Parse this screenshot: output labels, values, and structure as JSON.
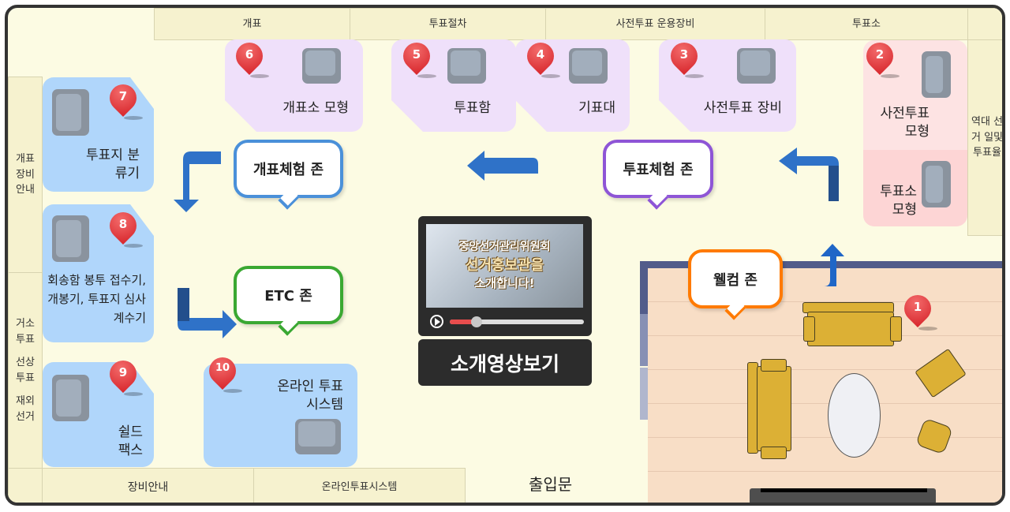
{
  "header": {
    "cols": [
      "개표",
      "투표절차",
      "사전투표 운용장비",
      "투표소"
    ]
  },
  "right_column": {
    "label": "역대 선거 일및 투표율"
  },
  "left_column": {
    "section1": "개표 장비 안내",
    "section2": [
      "거소 투표",
      "선상 투표",
      "재외 선거"
    ]
  },
  "footer": {
    "cols": [
      "장비안내",
      "온라인투표시스템"
    ],
    "entrance": "출입문"
  },
  "stations": [
    {
      "num": "1"
    },
    {
      "num": "2",
      "label": "사전투표 모형"
    },
    {
      "num": "3",
      "label": "사전투표 장비"
    },
    {
      "num": "4",
      "label": "기표대"
    },
    {
      "num": "5",
      "label": "투표함"
    },
    {
      "num": "6",
      "label": "개표소 모형"
    },
    {
      "num": "7",
      "label": "투표지 분류기"
    },
    {
      "num": "8",
      "label": "회송함 봉투 접수기, 개봉기, 투표지 심사 계수기"
    },
    {
      "num": "9",
      "label": "쉴드 팩스"
    },
    {
      "num": "10",
      "label": "온라인 투표 시스템"
    },
    {
      "label": "투표소 모형"
    }
  ],
  "zones": {
    "count": "개표체험 존",
    "vote": "투표체험 존",
    "etc": "ETC 존",
    "welcome": "웰컴 존"
  },
  "video": {
    "thumb_line1": "중앙선거관리위원회",
    "thumb_line2": "선거홍보관을",
    "thumb_line3": "소개합니다!",
    "progress": 0.2,
    "button": "소개영상보기"
  },
  "colors": {
    "pin": "#d7262c",
    "purple_card": "#efe0fa",
    "blue_card": "#b0d6fb",
    "pink_card": "#fde3e3",
    "arrow": "#2f72c8"
  }
}
